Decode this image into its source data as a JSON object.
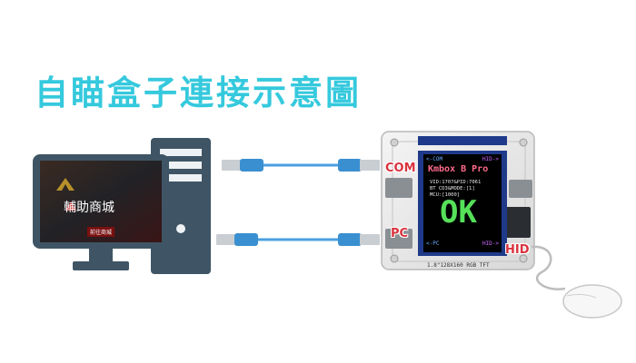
{
  "title": "自瞄盒子連接示意圖",
  "monitor": {
    "screen_title": "輔助商城",
    "screen_button": "前往商城"
  },
  "device": {
    "tft": {
      "top_left": "<-COM",
      "top_right": "HID->",
      "name": "Kmbox B Pro",
      "line1": "VID:1707&PID:7061",
      "line2": "BT CD3&MODE:[1]",
      "line3": "MCU:[1000]",
      "status": "OK",
      "bottom_left": "<-PC",
      "bottom_right": "HID->"
    },
    "spec": "1.8\"128X160 RGB TFT"
  },
  "labels": {
    "com": "COM",
    "pc": "PC",
    "hid": "HID"
  },
  "colors": {
    "title": "#35c9dd",
    "label": "#d9333d",
    "cable": "#4a9fe0",
    "pc_body": "#3f5565"
  }
}
